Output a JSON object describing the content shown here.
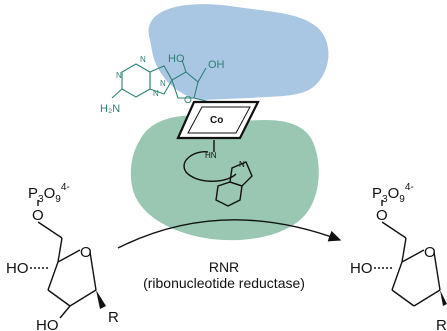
{
  "colors": {
    "upper_protein": "#a9c7e2",
    "lower_protein": "#99c7b1",
    "cofactor_label": "#2f7f76",
    "ink": "#111111"
  },
  "cofactor": {
    "ribose_oh_left": "HO",
    "ribose_oh_right": "OH",
    "ring_oxygen": "O",
    "n_labels": [
      "N",
      "N",
      "N",
      "N"
    ],
    "amine": "H₂N",
    "metal": "Co",
    "benzimidazole_n_top": "HN",
    "benzimidazole_n_bottom": "N"
  },
  "substrate": {
    "phosphate_base": "P",
    "phosphate_sub1": "3",
    "phosphate_o": "O",
    "phosphate_sub2": "9",
    "phosphate_charge": "4-",
    "linker_o": "O",
    "ring_o": "O",
    "oh_3prime": "HO",
    "oh_2prime": "HO",
    "r_group": "R"
  },
  "product": {
    "phosphate_base": "P",
    "phosphate_sub1": "3",
    "phosphate_o": "O",
    "phosphate_sub2": "9",
    "phosphate_charge": "4-",
    "linker_o": "O",
    "ring_o": "O",
    "oh_3prime": "HO",
    "r_group": "R"
  },
  "arrow": {
    "label_line1": "RNR",
    "label_line2": "(ribonucleotide reductase)"
  }
}
